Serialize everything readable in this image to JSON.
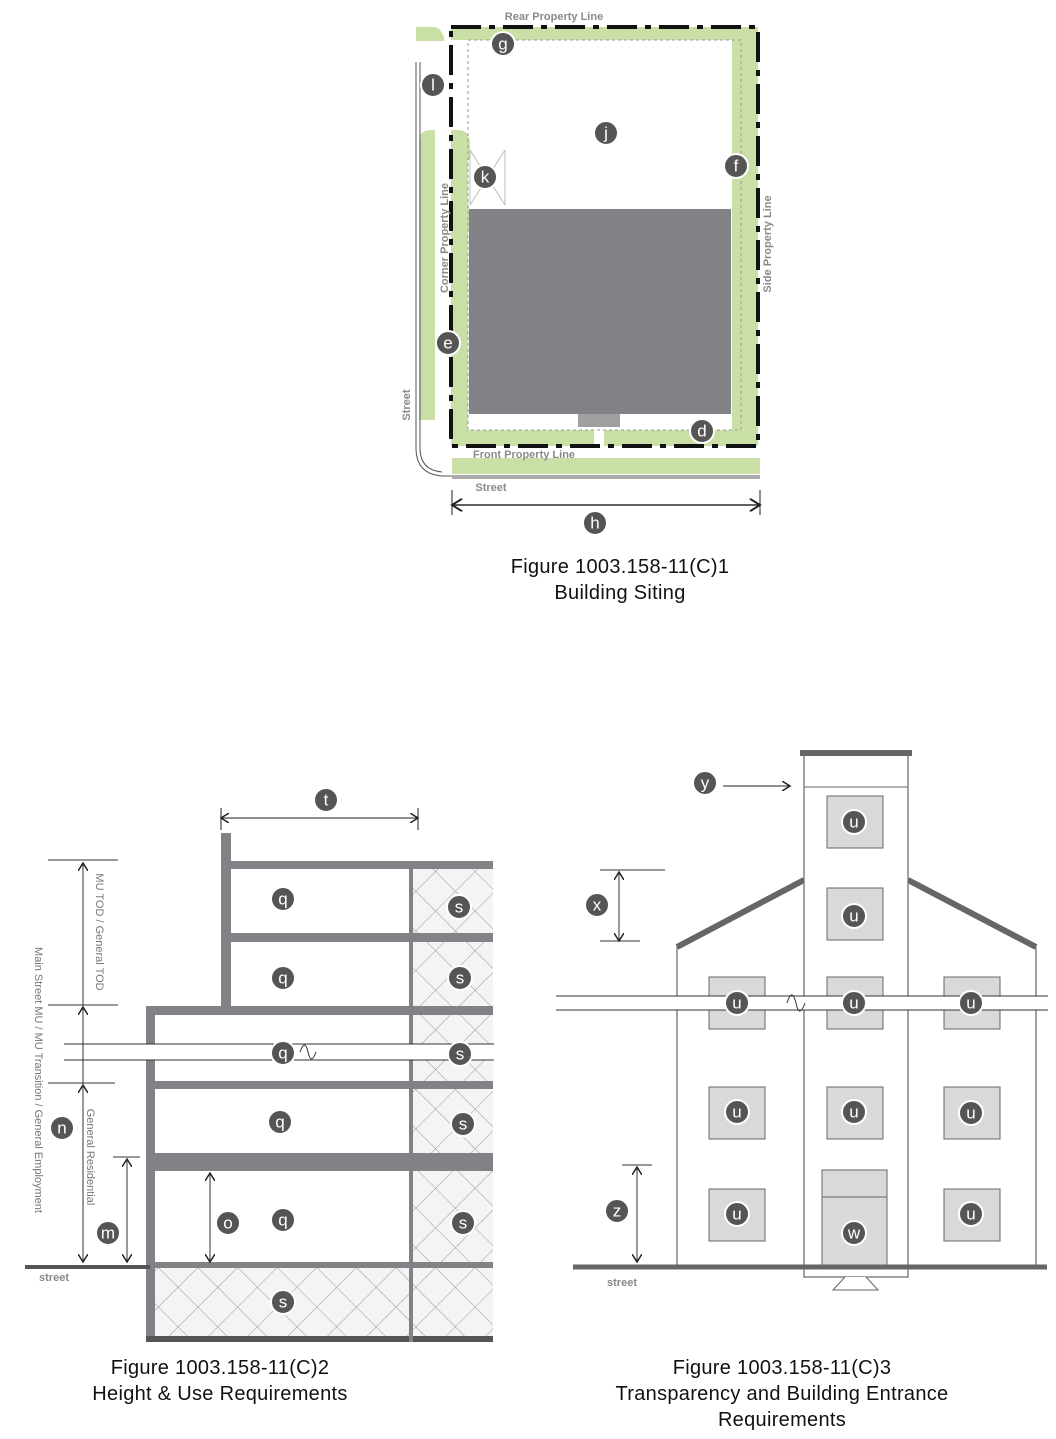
{
  "figure1": {
    "caption_line1": "Figure 1003.158-11(C)1",
    "caption_line2": "Building Siting",
    "labels": {
      "rear": "Rear Property Line",
      "side": "Side Property Line",
      "corner": "Corner Property Line",
      "front": "Front Property Line",
      "street_left": "Street",
      "street_bottom": "Street"
    },
    "markers": [
      "g",
      "l",
      "j",
      "f",
      "k",
      "e",
      "d",
      "h"
    ]
  },
  "figure2": {
    "caption_line1": "Figure 1003.158-11(C)2",
    "caption_line2": "Height & Use Requirements",
    "labels": {
      "mu_tod": "MU TOD / General TOD",
      "main_street": "Main Street MU / MU Transition / General Employment",
      "general_residential": "General Residential",
      "street": "street"
    },
    "markers": [
      "t",
      "q",
      "s",
      "q",
      "s",
      "q",
      "s",
      "q",
      "s",
      "n",
      "q",
      "s",
      "o",
      "m",
      "s"
    ]
  },
  "figure3": {
    "caption_line1": "Figure 1003.158-11(C)3",
    "caption_line2": "Transparency and Building Entrance",
    "caption_line3": "Requirements",
    "labels": {
      "street": "street"
    },
    "markers": [
      "y",
      "u",
      "u",
      "x",
      "u",
      "u",
      "u",
      "u",
      "u",
      "u",
      "z",
      "u",
      "w",
      "u"
    ]
  },
  "colors": {
    "green": "#c9dfa6",
    "building": "#808285",
    "marker": "#555555"
  }
}
